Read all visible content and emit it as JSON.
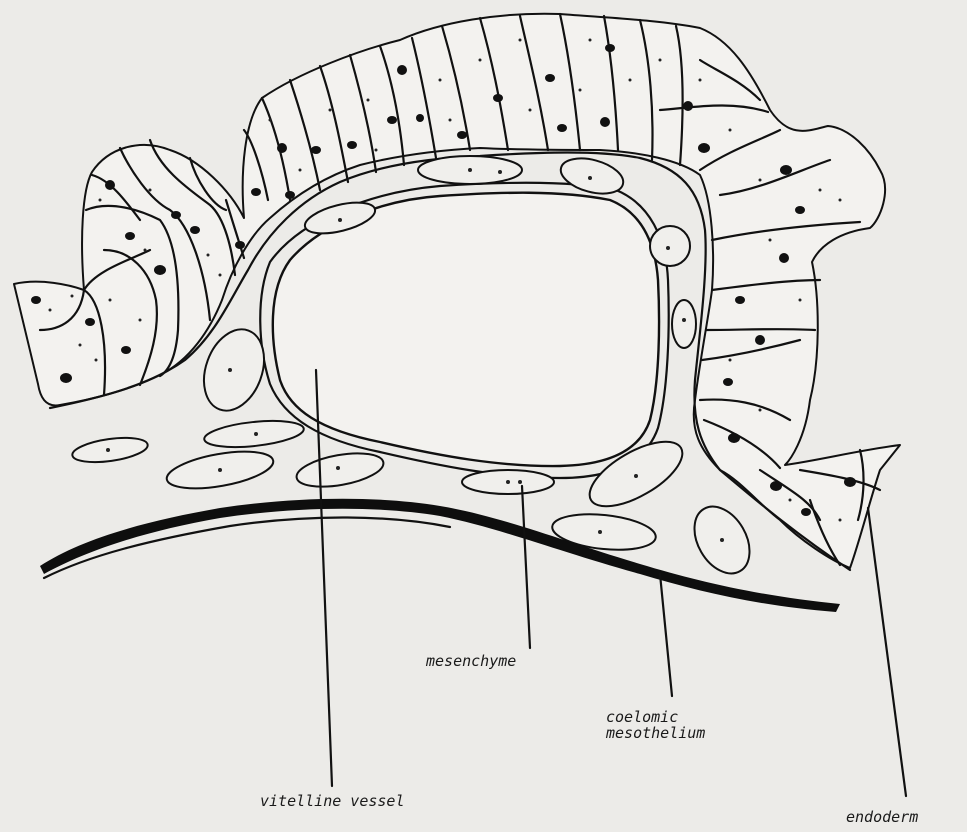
{
  "labels": {
    "mesenchyme": "mesenchyme",
    "coelomic_line1": "coelomic",
    "coelomic_line2": "mesothelium",
    "vitelline": "vitelline vessel",
    "endoderm": "endoderm"
  },
  "colors": {
    "background": "#ecebe8",
    "ink": "#111111"
  }
}
